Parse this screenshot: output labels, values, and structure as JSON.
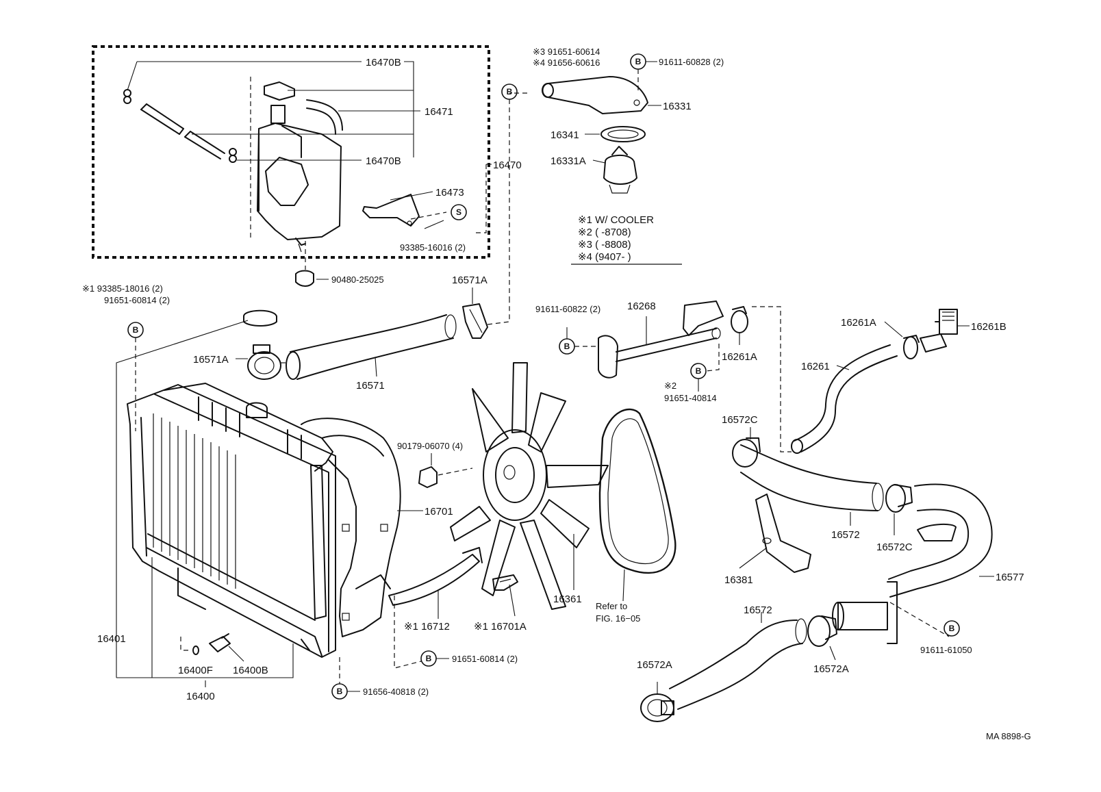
{
  "labels": {
    "p16470B_top": "16470B",
    "p16471": "16471",
    "p16470B_bot": "16470B",
    "p16470": "16470",
    "p16473": "16473",
    "p93385_16016": "93385-16016 (2)",
    "p90480": "90480-25025",
    "note1_a": "※3  91651-60614",
    "note1_b": "※4  91656-60616",
    "p91611_60828": "91611-60828 (2)",
    "p16331": "16331",
    "p16341": "16341",
    "p16331A": "16331A",
    "legend_1": "※1  W/ COOLER",
    "legend_2": "※2  (        -8708)",
    "legend_3": "※3  (        -8808)",
    "legend_4": "※4  (9407-        )",
    "p93385_18016": "※1  93385-18016 (2)",
    "p91651_60814_top": "91651-60814 (2)",
    "p16571A_top": "16571A",
    "p16571A_left": "16571A",
    "p16571": "16571",
    "p91611_60822": "91611-60822 (2)",
    "p16268": "16268",
    "p16261A_top": "16261A",
    "p16261B": "16261B",
    "p16261A_mid": "16261A",
    "p16261": "16261",
    "p91651_40814_a": "※2",
    "p91651_40814_b": "91651-40814",
    "p16572C_top": "16572C",
    "p90179": "90179-06070 (4)",
    "p16701": "16701",
    "p16572": "16572",
    "p16572C_mid": "16572C",
    "p16381": "16381",
    "p16577": "16577",
    "p16361": "16361",
    "refer_a": "Refer to",
    "refer_b": "FIG. 16−05",
    "p16712": "※1 16712",
    "p16701A": "※1 16701A",
    "p16572_low": "16572",
    "p91611_61050": "91611-61050",
    "p91651_60814_bot": "91651-60814 (2)",
    "p16572A_left": "16572A",
    "p16572A_right": "16572A",
    "p16401": "16401",
    "p16400F": "16400F",
    "p16400B": "16400B",
    "p16400": "16400",
    "p91656_40818": "91656-40818 (2)",
    "diagram_id": "MA 8898-G",
    "bolt_b": "B",
    "bolt_s": "S"
  }
}
